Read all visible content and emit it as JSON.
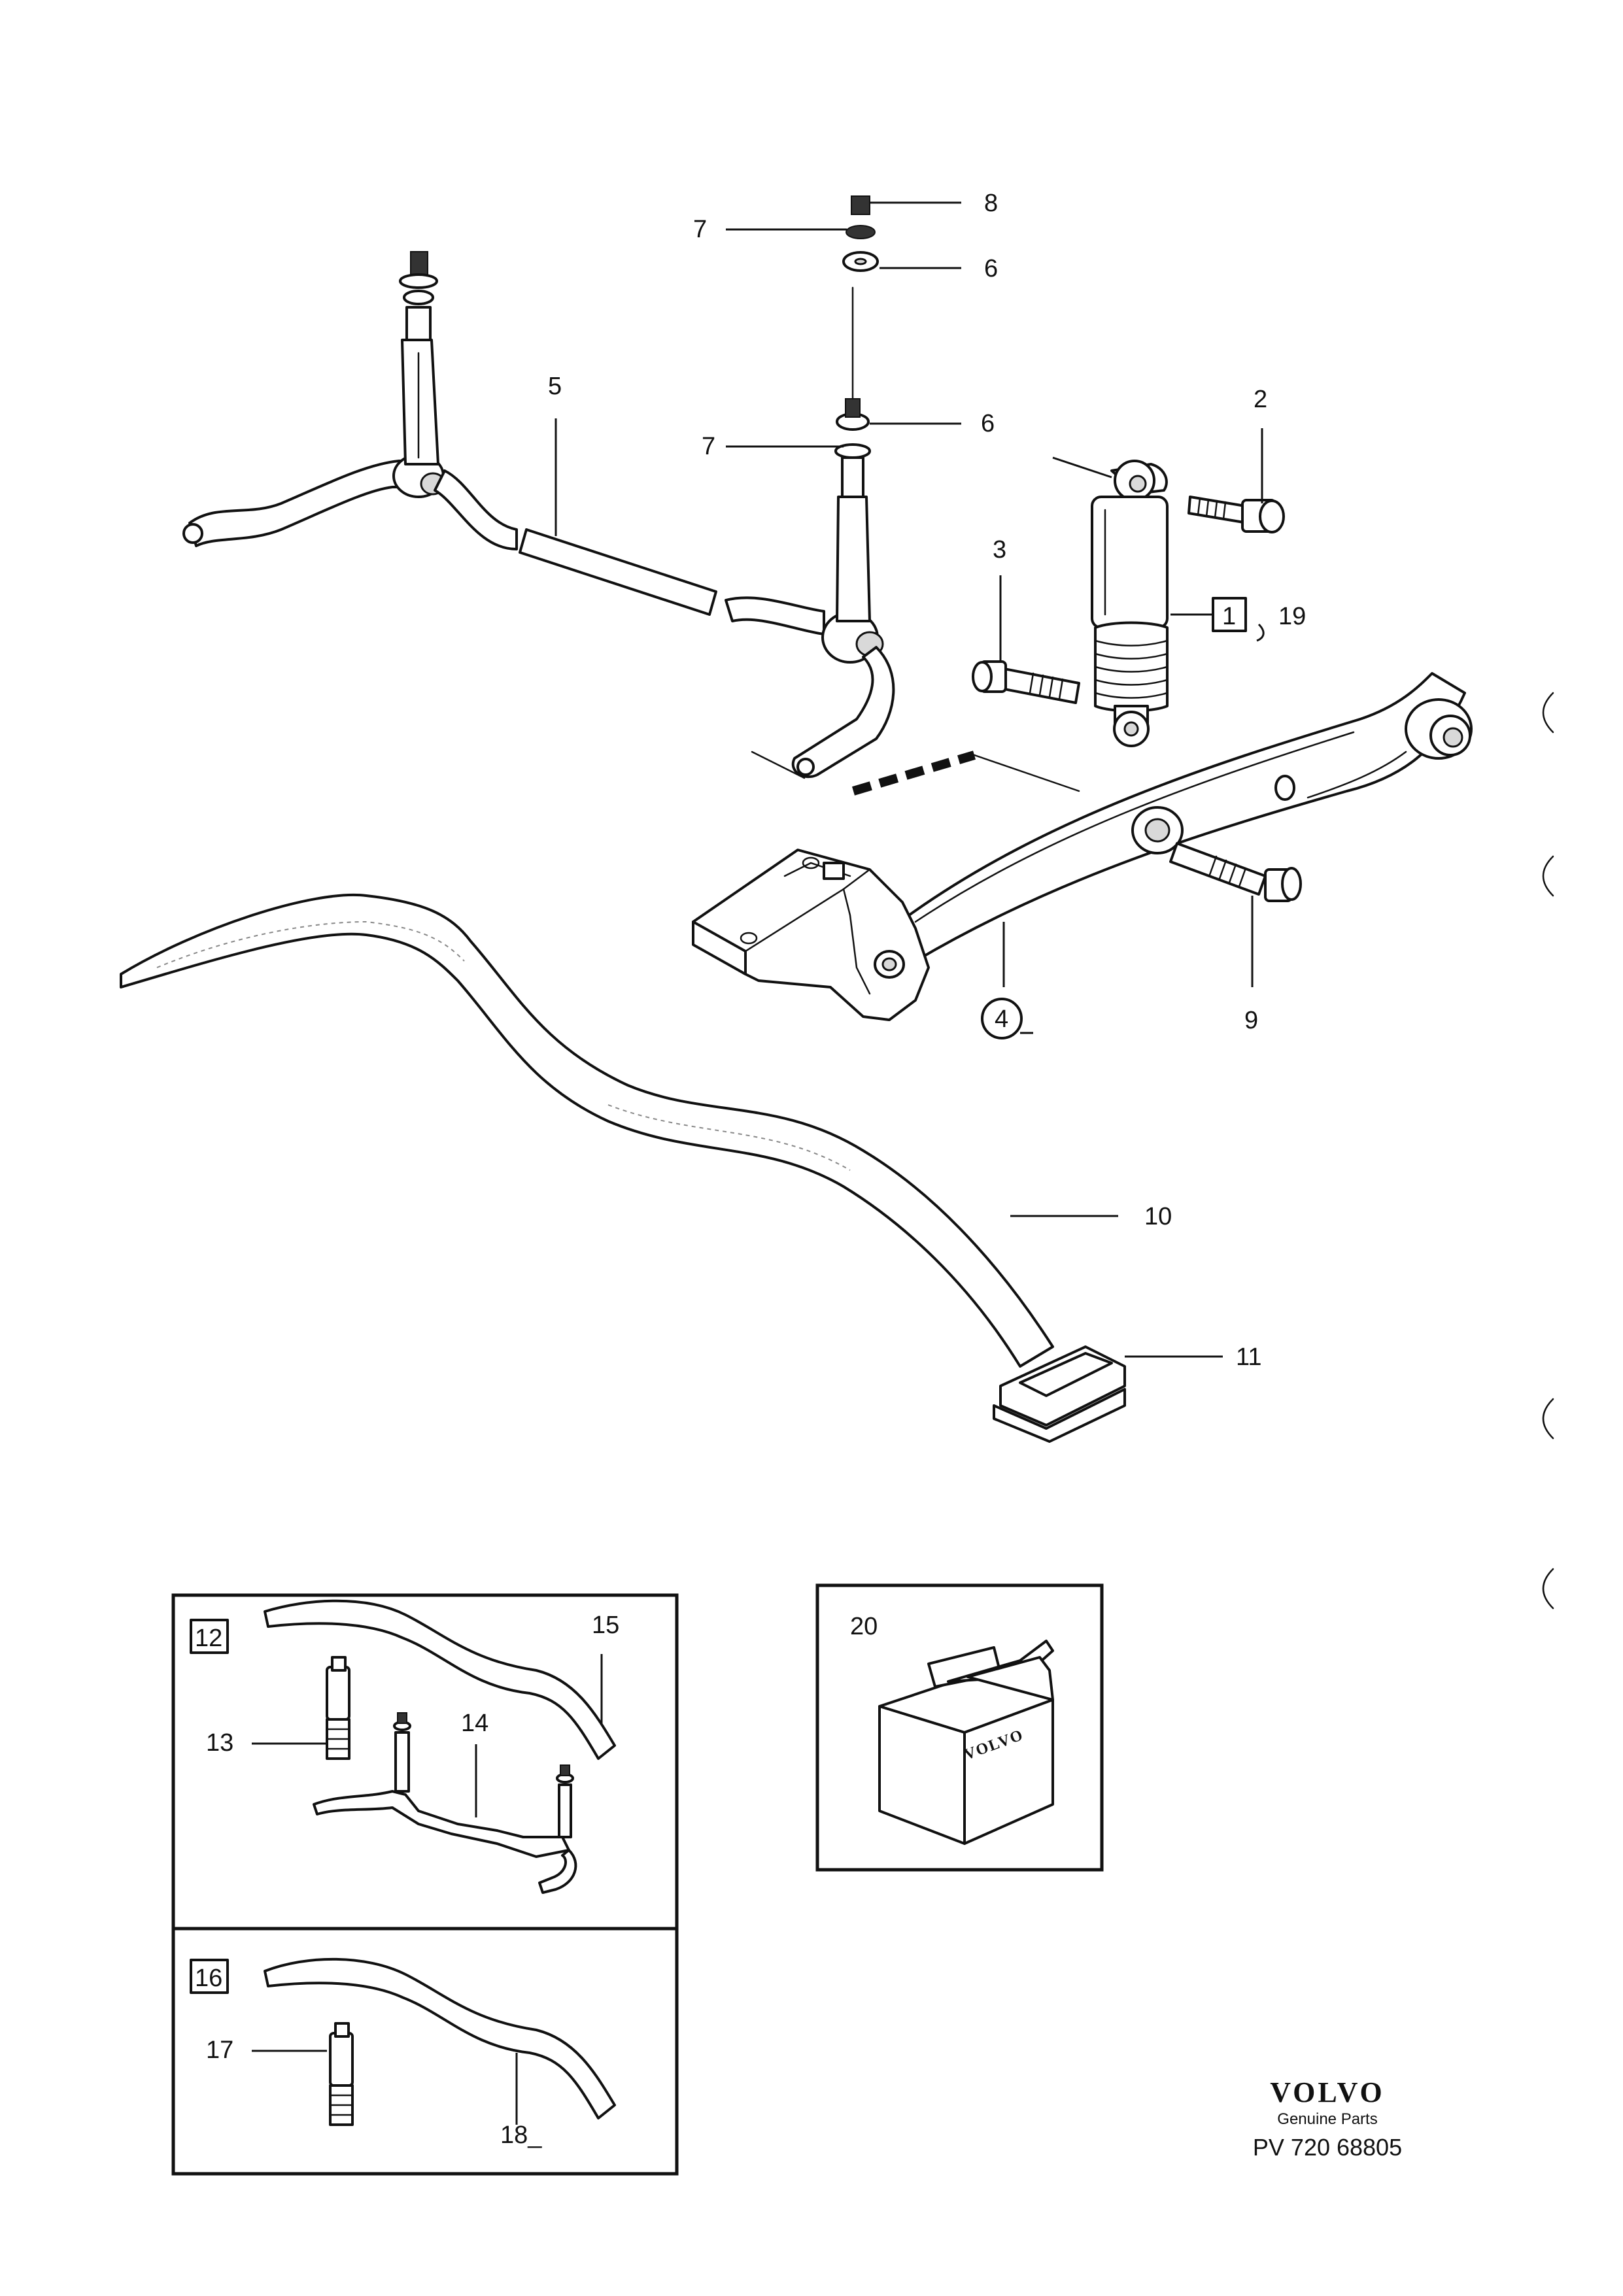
{
  "callouts": {
    "c2": "2",
    "c3": "3",
    "c4": "4",
    "c5": "5",
    "c6a": "6",
    "c6b": "6",
    "c7a": "7",
    "c7b": "7",
    "c8": "8",
    "c9": "9",
    "c10": "10",
    "c11": "11",
    "c12": "12",
    "c13": "13",
    "c14": "14",
    "c15": "15",
    "c16": "16",
    "c17": "17",
    "c18": "18_",
    "c19": "19",
    "c20": "20",
    "box1": "1"
  },
  "box_brand": "VOLVO",
  "footer": {
    "brand": "VOLVO",
    "subtitle": "Genuine Parts",
    "code": "PV 720 68805"
  }
}
